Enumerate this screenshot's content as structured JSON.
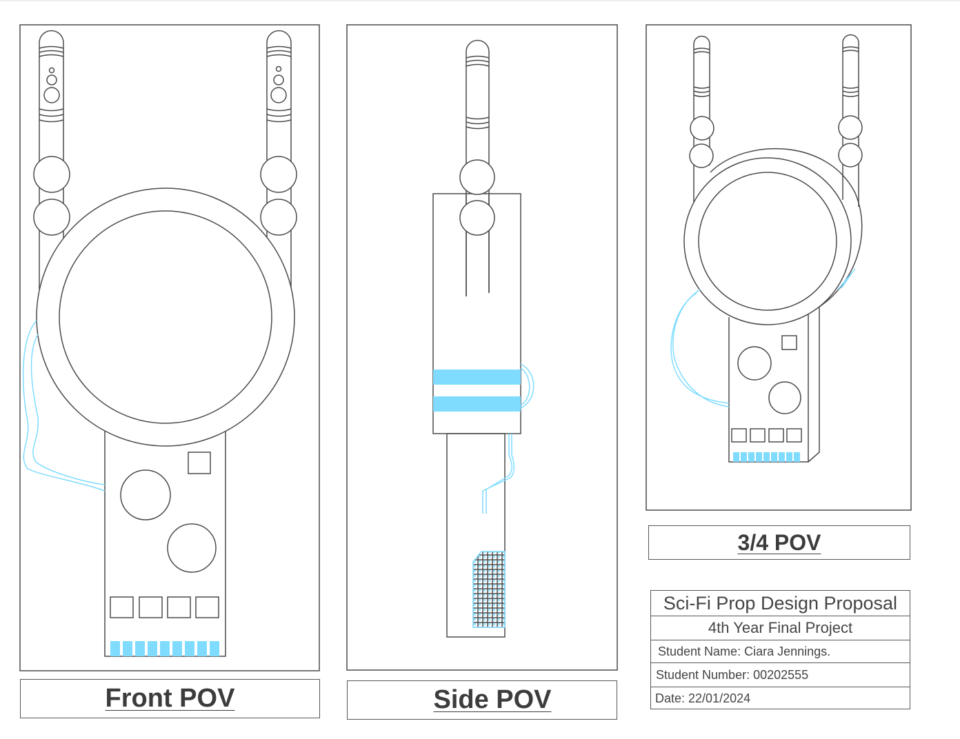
{
  "views": {
    "front": {
      "label": "Front POV"
    },
    "side": {
      "label": "Side POV"
    },
    "three_quarter": {
      "label": "3/4 POV"
    }
  },
  "title_block": {
    "title": "Sci-Fi Prop Design Proposal",
    "subtitle": "4th Year Final Project",
    "student_name": "Student Name: Ciara Jennings.",
    "student_number": "Student Number: 00202555",
    "date": "Date: 22/01/2024"
  },
  "colors": {
    "line": "#4a4a4a",
    "accent": "#7fdcff"
  }
}
